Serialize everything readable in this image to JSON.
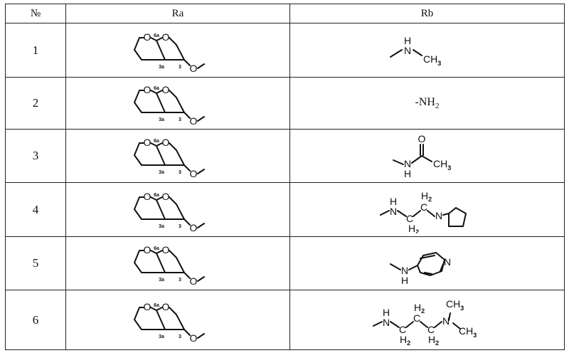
{
  "table": {
    "headers": {
      "number": "№",
      "ra": "Ra",
      "rb": "Rb"
    },
    "rows": [
      {
        "number": "1",
        "ra": {
          "O_left": "O",
          "O_right": "O",
          "pos_6a": "6a",
          "pos_3a": "3a",
          "pos_3": "3",
          "O_ether": "O"
        },
        "rb": {
          "N": "N",
          "H": "H",
          "CH": "CH",
          "sub3": "3"
        }
      },
      {
        "number": "2",
        "ra": {
          "O_left": "O",
          "O_right": "O",
          "pos_6a": "6a",
          "pos_3a": "3a",
          "pos_3": "3",
          "O_ether": "O"
        },
        "rb": {
          "prefix": "-NH",
          "sub2": "2"
        }
      },
      {
        "number": "3",
        "ra": {
          "O_left": "O",
          "O_right": "O",
          "pos_6a": "6a",
          "pos_3a": "3a",
          "pos_3": "3",
          "O_ether": "O"
        },
        "rb": {
          "O": "O",
          "N": "N",
          "H": "H",
          "CH": "CH",
          "sub3": "3"
        }
      },
      {
        "number": "4",
        "ra": {
          "O_left": "O",
          "O_right": "O",
          "pos_6a": "6a",
          "pos_3a": "3a",
          "pos_3": "3",
          "O_ether": "O"
        },
        "rb": {
          "NH": "N",
          "H": "H",
          "H2_top": "H",
          "C_top": "C",
          "sub2_top": "2",
          "C_bottom": "C",
          "H2_bottom": "H",
          "sub2_bottom": "2",
          "N_ring": "N"
        }
      },
      {
        "number": "5",
        "ra": {
          "O_left": "O",
          "O_right": "O",
          "pos_6a": "6a",
          "pos_3a": "3a",
          "pos_3": "3",
          "O_ether": "O"
        },
        "rb": {
          "N": "N",
          "H": "H",
          "N_ring": "N"
        }
      },
      {
        "number": "6",
        "ra": {
          "O_left": "O",
          "O_right": "O",
          "pos_6a": "6a",
          "pos_3a": "3a",
          "pos_3": "3",
          "O_ether": "O"
        },
        "rb": {
          "NH": "N",
          "H": "H",
          "C1": "C",
          "H1": "H",
          "sub1": "2",
          "C2": "C",
          "H2": "H",
          "sub2": "2",
          "C3": "C",
          "H3": "H",
          "sub3": "2",
          "N_amine": "N",
          "CH_top": "CH",
          "sub_top": "3",
          "CH_right": "CH",
          "sub_right": "3"
        }
      }
    ]
  }
}
